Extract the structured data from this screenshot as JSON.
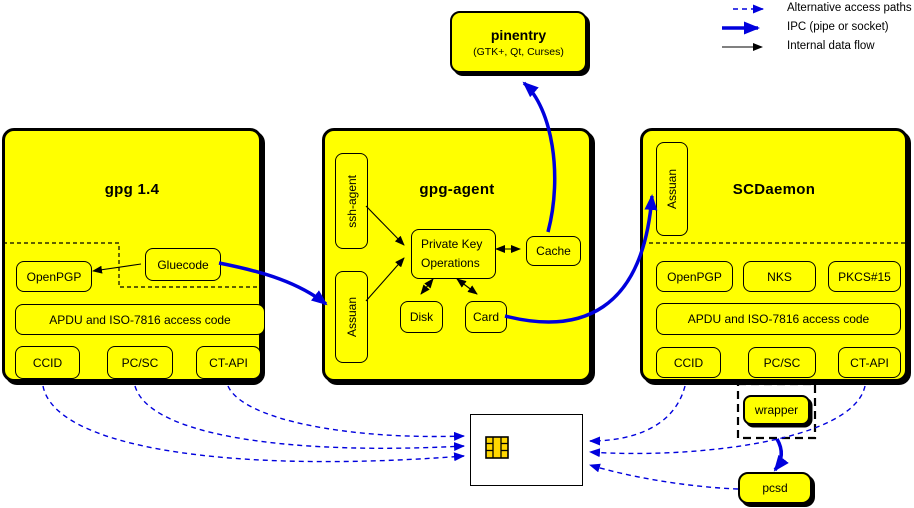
{
  "legend": {
    "items": [
      {
        "label": "Alternative access paths",
        "style": "dashed-blue-arrow"
      },
      {
        "label": "IPC (pipe or socket)",
        "style": "thick-blue-arrow"
      },
      {
        "label": "Internal data flow",
        "style": "thin-black-arrow"
      }
    ]
  },
  "pinentry": {
    "title": "pinentry",
    "subtitle": "(GTK+, Qt, Curses)"
  },
  "gpg14": {
    "title": "gpg 1.4",
    "openpgp": "OpenPGP",
    "gluecode": "Gluecode",
    "apdu": "APDU and ISO-7816 access code",
    "ccid": "CCID",
    "pcsc": "PC/SC",
    "ctapi": "CT-API"
  },
  "gpgagent": {
    "title": "gpg-agent",
    "sshagent": "ssh-agent",
    "assuan": "Assuan",
    "pko_line1": "Private Key",
    "pko_line2": "Operations",
    "disk": "Disk",
    "card": "Card",
    "cache": "Cache"
  },
  "scdaemon": {
    "title": "SCDaemon",
    "assuan": "Assuan",
    "openpgp": "OpenPGP",
    "nks": "NKS",
    "pkcs15": "PKCS#15",
    "apdu": "APDU and ISO-7816 access code",
    "ccid": "CCID",
    "pcsc": "PC/SC",
    "ctapi": "CT-API"
  },
  "wrapper": {
    "label": "wrapper"
  },
  "pcsd": {
    "label": "pcsd"
  },
  "colors": {
    "box_fill": "#ffff00",
    "ipc_blue": "#0000dd",
    "line_black": "#000000"
  }
}
